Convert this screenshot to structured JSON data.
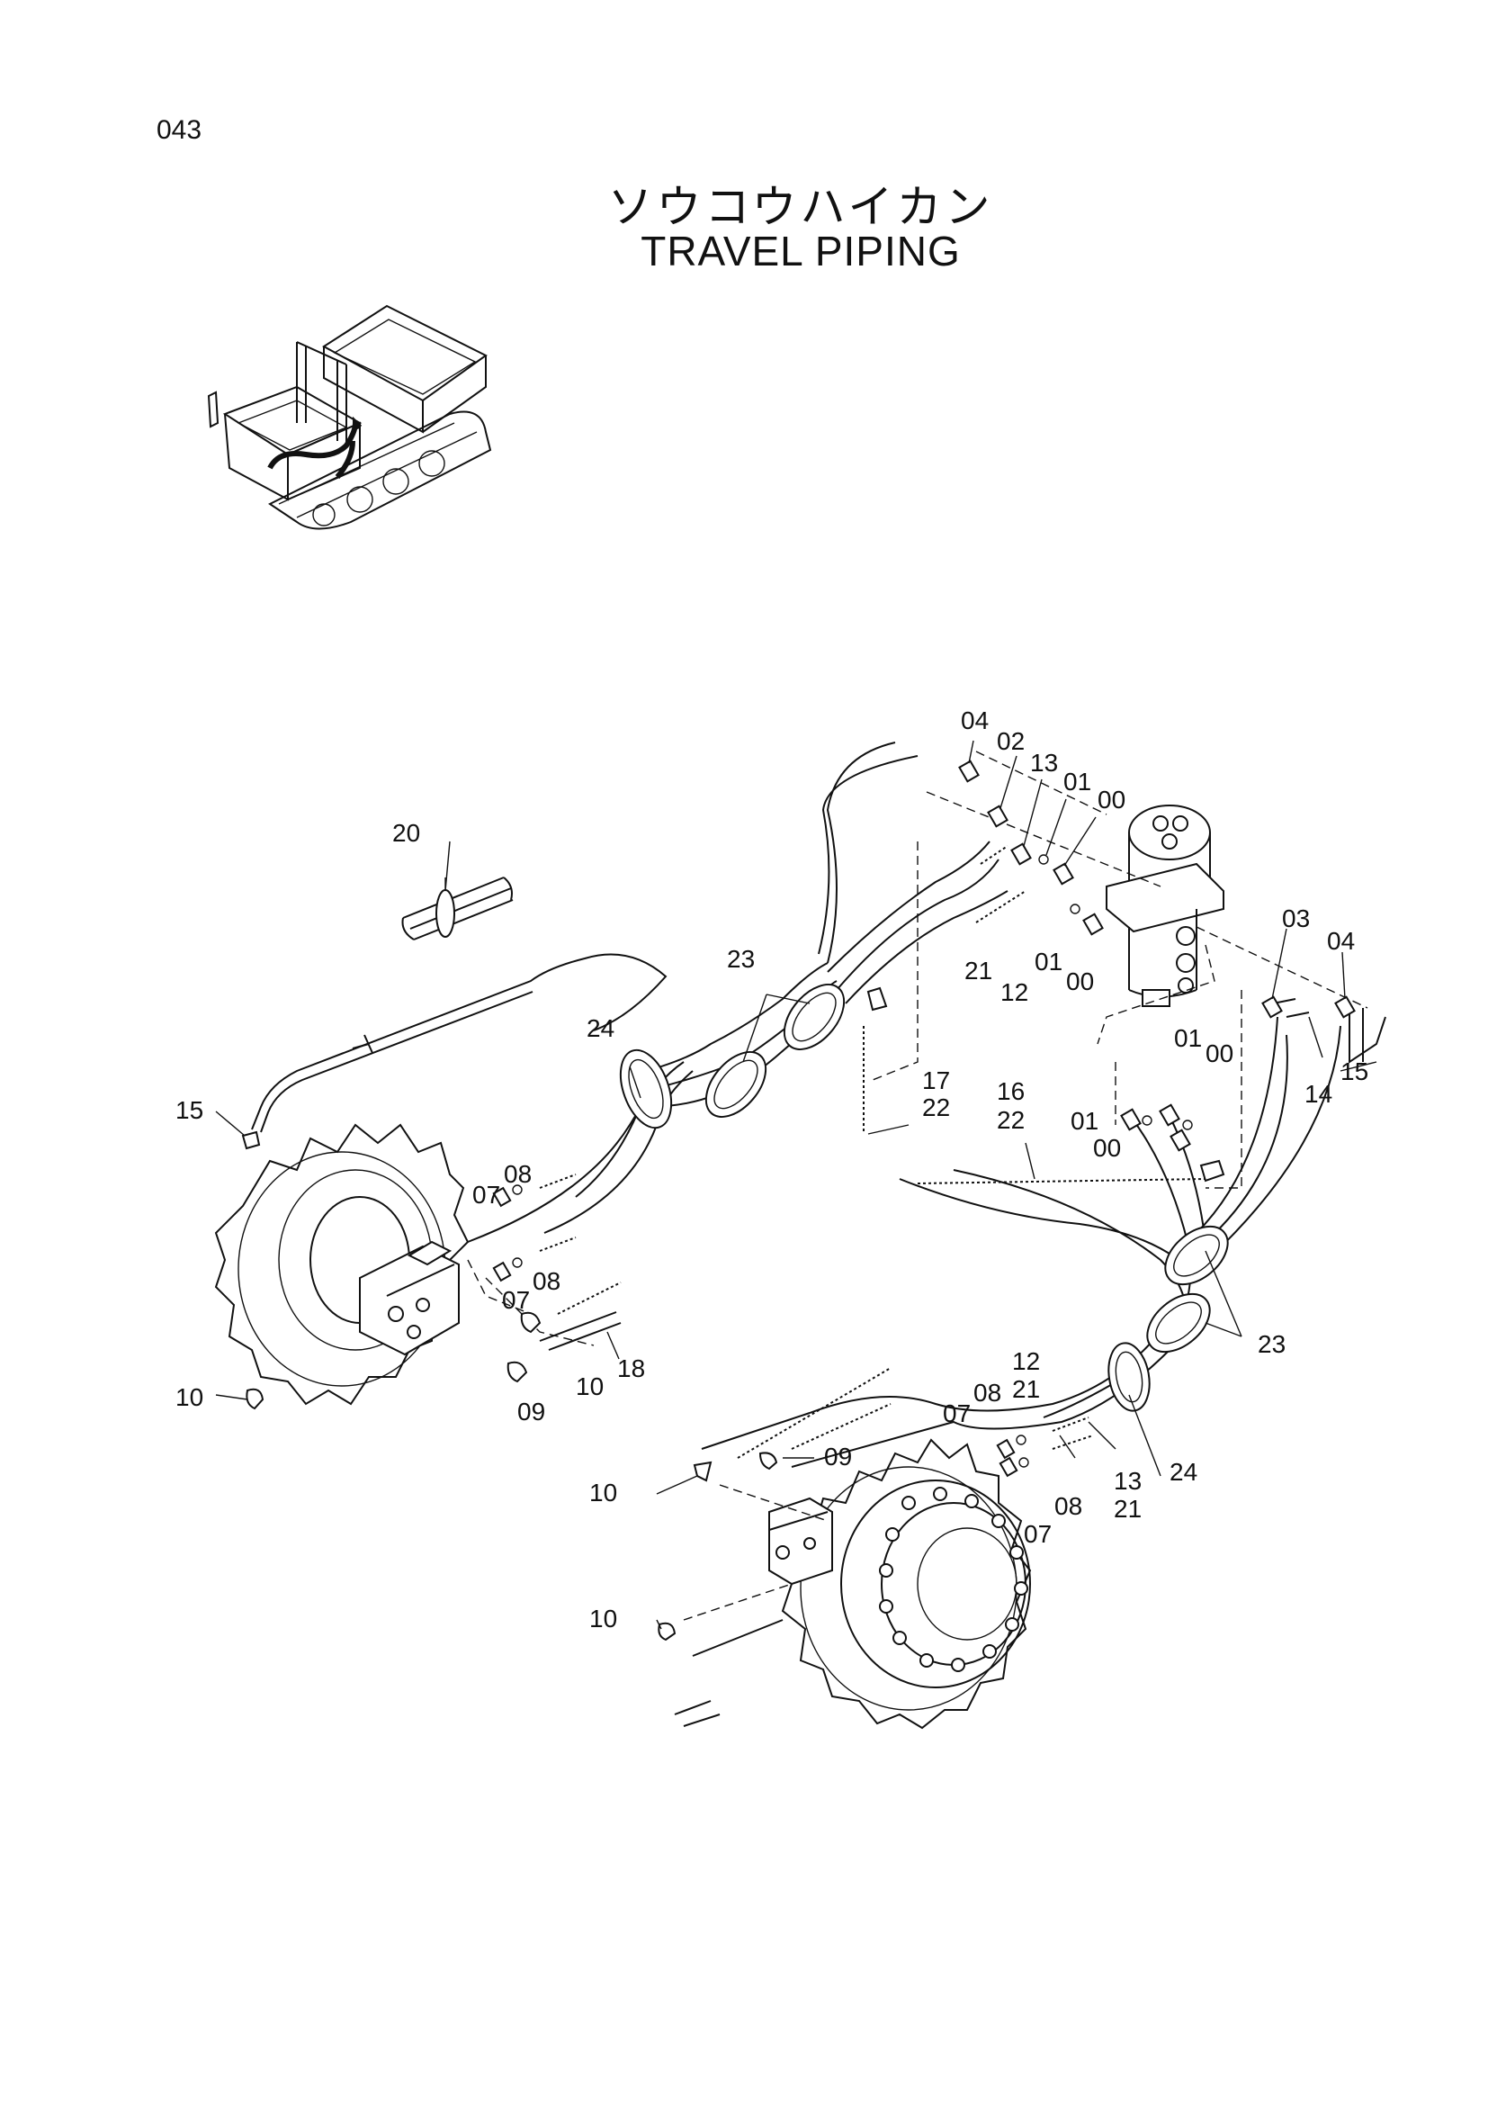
{
  "page_number": "043",
  "title_jp": "ソウコウハイカン",
  "title_en": "TRAVEL PIPING",
  "callouts": {
    "c00a": "00",
    "c00b": "00",
    "c00c": "00",
    "c00d": "00",
    "c01a": "01",
    "c01b": "01",
    "c01c": "01",
    "c01d": "01",
    "c02": "02",
    "c03": "03",
    "c04a": "04",
    "c04b": "04",
    "c07a": "07",
    "c07b": "07",
    "c07c": "07",
    "c07d": "07",
    "c08a": "08",
    "c08b": "08",
    "c08c": "08",
    "c08d": "08",
    "c09a": "09",
    "c09b": "09",
    "c10a": "10",
    "c10b": "10",
    "c10c": "10",
    "c10d": "10",
    "c12a": "12",
    "c12b": "12",
    "c13a": "13",
    "c13b": "13",
    "c14": "14",
    "c15a": "15",
    "c15b": "15",
    "c16": "16",
    "c17": "17",
    "c18": "18",
    "c20": "20",
    "c21a": "21",
    "c21b": "21",
    "c21c": "21",
    "c22a": "22",
    "c22b": "22",
    "c23a": "23",
    "c23b": "23",
    "c24a": "24",
    "c24b": "24"
  }
}
